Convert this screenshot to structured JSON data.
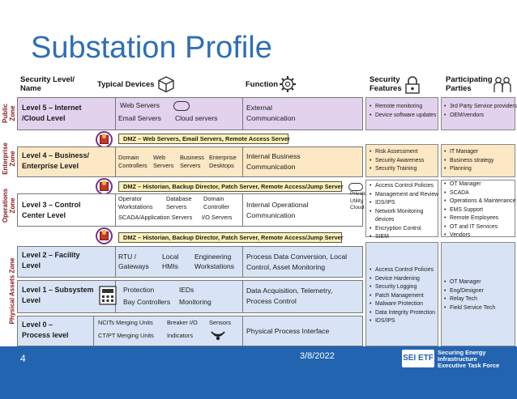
{
  "slide": {
    "title": "Substation Profile",
    "page_number": "4",
    "date": "3/8/2022"
  },
  "columns": {
    "security_level": "Security Level/",
    "security_level_2": "Name",
    "typical_devices": "Typical Devices",
    "function": "Function",
    "security_features_1": "Security",
    "security_features_2": "Features",
    "participating_1": "Participating",
    "participating_2": "Parties"
  },
  "zones": {
    "public_1": "Public",
    "public_2": "Zone",
    "enterprise_1": "Enterprise",
    "enterprise_2": "Zone",
    "operations_1": "Operations",
    "operations_2": "Zone",
    "physical": "Physical Assets Zone"
  },
  "levels": {
    "l5": {
      "name_1": "Level 5 – Internet",
      "name_2": "/Cloud Level",
      "dev_1": "Web Servers",
      "dev_2": "Email Servers",
      "dev_3": "Cloud servers",
      "fn_1": "External",
      "fn_2": "Communication"
    },
    "l4": {
      "name_1": "Level 4 – Business/",
      "name_2": "Enterprise Level",
      "d1a": "Domain",
      "d1b": "Controllers",
      "d2a": "Web",
      "d2b": "Servers",
      "d3a": "Business",
      "d3b": "Servers",
      "d4a": "Enterprise",
      "d4b": "Desktops",
      "fn_1": "Internal Business",
      "fn_2": "Communication"
    },
    "l3": {
      "name_1": "Level 3 – Control",
      "name_2": "Center Level",
      "d1a": "Operator",
      "d1b": "Workstations",
      "d2a": "Database",
      "d2b": "Servers",
      "d3a": "Domain",
      "d3b": "Controller",
      "d4": "SCADA/Application Servers",
      "d5": "I/O Servers",
      "fn_1": "Internal Operational",
      "fn_2": "Communication"
    },
    "l2": {
      "name_1": "Level 2 – Facility",
      "name_2": "Level",
      "d1a": "RTU /",
      "d1b": "Gateways",
      "d2a": "Local",
      "d2b": "HMIs",
      "d3a": "Engineering",
      "d3b": "Workstations",
      "fn_1": "Process Data Conversion, Local",
      "fn_2": "Control, Asset Monitoring"
    },
    "l1": {
      "name_1": "Level 1 – Subsystem",
      "name_2": "Level",
      "d1": "Protection",
      "d2": "IEDs",
      "d3": "Bay Controllers",
      "d4": "Monitoring",
      "fn_1": "Data Acquisition, Telemetry,",
      "fn_2": "Process Control"
    },
    "l0": {
      "name_1": "Level 0 –",
      "name_2": "Process level",
      "d1": "NCITs Merging Units",
      "d2": "Breaker I/O",
      "d3": "Sensors",
      "d4": "CT/PT Merging Units",
      "d5": "Indicators",
      "fn_1": "Physical Process Interface"
    }
  },
  "dmz": {
    "d1": "DMZ – Web Servers, Email Servers, Remote Access Server",
    "d2": "DMZ – Historian, Backup Director, Patch Server, Remote Access/Jump Server",
    "d3": "DMZ – Historian, Backup Director, Patch Server, Remote Access/Jump Server"
  },
  "private_cloud": {
    "l1": "Private/",
    "l2": "Utility",
    "l3": "Cloud"
  },
  "security_features": {
    "public": [
      "Remote monitoring",
      "Device software updates"
    ],
    "enterprise": [
      "Risk Assessment",
      "Security Awareness",
      "Security Training"
    ],
    "operations": [
      "Access Control Policies",
      "Management and Review",
      "IDS/IPS",
      "Network Monitoring",
      "devices",
      "Encryption Control",
      "SIEM"
    ],
    "physical": [
      "Access Control Policies",
      "Device Hardening",
      "Security Logging",
      "Patch Management",
      "Malware Protection",
      "Data Integrity Protection",
      "IDS/IPS"
    ]
  },
  "participating_parties": {
    "public": [
      "3rd Party Service providers",
      "OEM/vendors"
    ],
    "enterprise": [
      "IT Manager",
      "Business strategy",
      "Planning"
    ],
    "operations": [
      "OT Manager",
      "SCADA",
      "Operations & Maintenance",
      "EMS Support",
      "Remote Employees",
      "OT and IT Services",
      "Vendors"
    ],
    "physical": [
      "OT Manager",
      "Eng/Designer",
      "Relay Tech",
      "Field Service Tech"
    ]
  },
  "logo": {
    "mark": "SEI ETF",
    "l1": "Securing Energy",
    "l2": "Infrastructure",
    "l3": "Executive Task Force"
  },
  "colors": {
    "accent_blue": "#2364b0",
    "title_blue": "#2e6fb5",
    "public_band": "#e3d2ee",
    "enterprise_band": "#fce8c4",
    "physical_band": "#d8e4f5",
    "dmz_fill": "#fdf0b5"
  }
}
